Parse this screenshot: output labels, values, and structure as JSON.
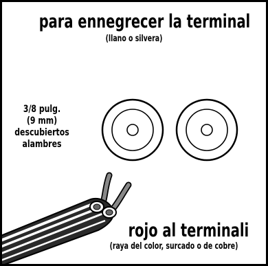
{
  "title": "para ennegrecer la terminal",
  "subtitle": "(llano o silvera)",
  "strip_label": [
    "3/8 pulg.",
    "(9 mm)",
    "descubiertos",
    "alambres"
  ],
  "red_label": "rojo al terminali",
  "red_subtitle": "(raya del color, surcado o de cobre)"
}
